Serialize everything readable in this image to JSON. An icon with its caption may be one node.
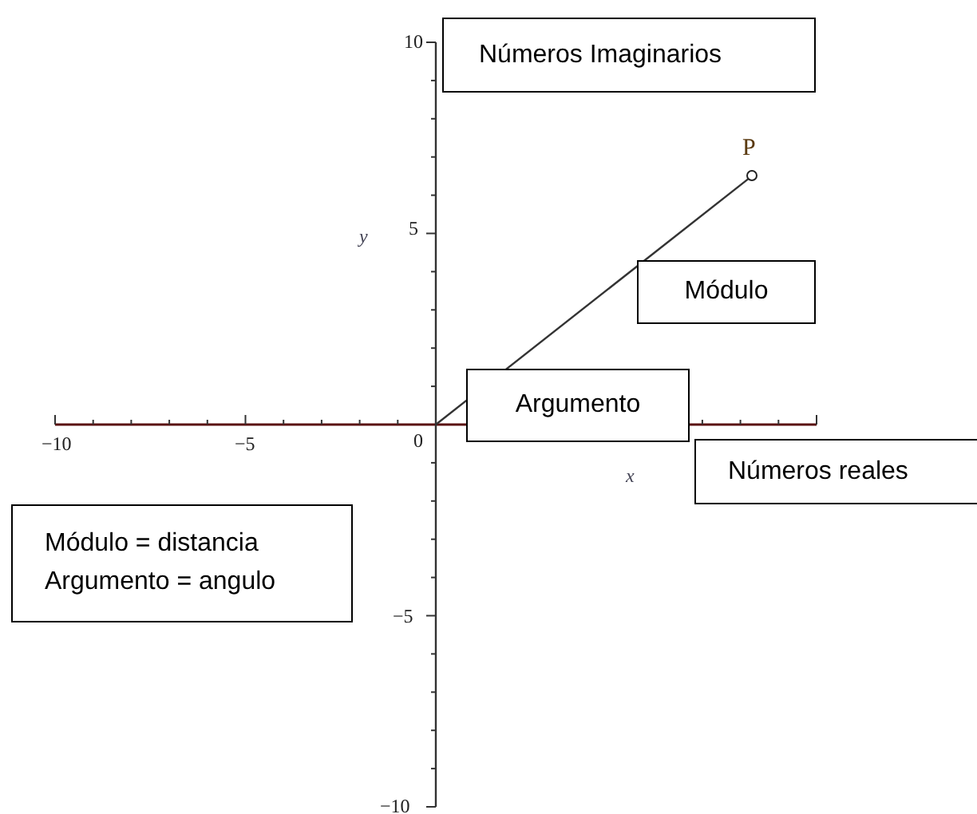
{
  "diagram": {
    "nodes": [
      {
        "text": [
          "Números Imaginarios"
        ]
      },
      {
        "text": [],
        "shape": "circle",
        "beside": [
          "P"
        ]
      },
      {
        "text": [
          "Módulo"
        ]
      },
      {
        "text": [
          "Argumento"
        ]
      },
      {
        "text": [
          "Números reales"
        ]
      },
      {
        "text": [
          "Módulo = distancia",
          "Argumento = angulo"
        ]
      }
    ],
    "edges": [
      {
        "from": null,
        "to": 1,
        "arrow": "none"
      }
    ],
    "labels": [
      "10",
      "y",
      "5",
      "−10",
      "−5",
      "0",
      "x",
      "−5",
      "−10"
    ]
  }
}
